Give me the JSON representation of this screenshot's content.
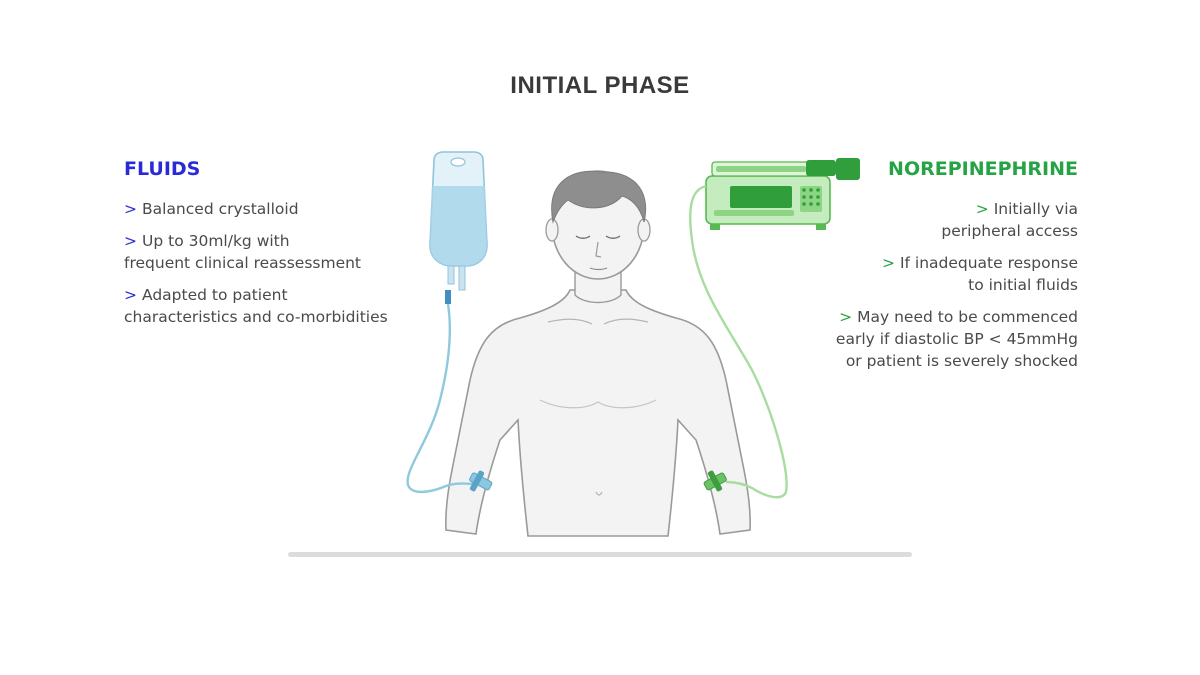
{
  "title": "INITIAL PHASE",
  "fluids": {
    "heading": "FLUIDS",
    "bullet_marker": ">",
    "items": [
      "Balanced crystalloid",
      "Up to 30ml/kg with\nfrequent clinical reassessment",
      "Adapted to patient\ncharacteristics and co-morbidities"
    ]
  },
  "norepinephrine": {
    "heading": "NOREPINEPHRINE",
    "bullet_marker": ">",
    "items": [
      "Initially via\nperipheral access",
      "If inadequate response\nto initial fluids",
      "May need to be commenced\nearly if diastolic BP < 45mmHg\nor patient is severely shocked"
    ]
  },
  "colors": {
    "fluids_accent": "#2b2bd6",
    "norepinephrine_accent": "#26a345",
    "iv_line": "#8fc9de",
    "pump_line": "#a8dca0",
    "body_fill": "#f3f3f3",
    "body_stroke": "#9a9a9a"
  }
}
